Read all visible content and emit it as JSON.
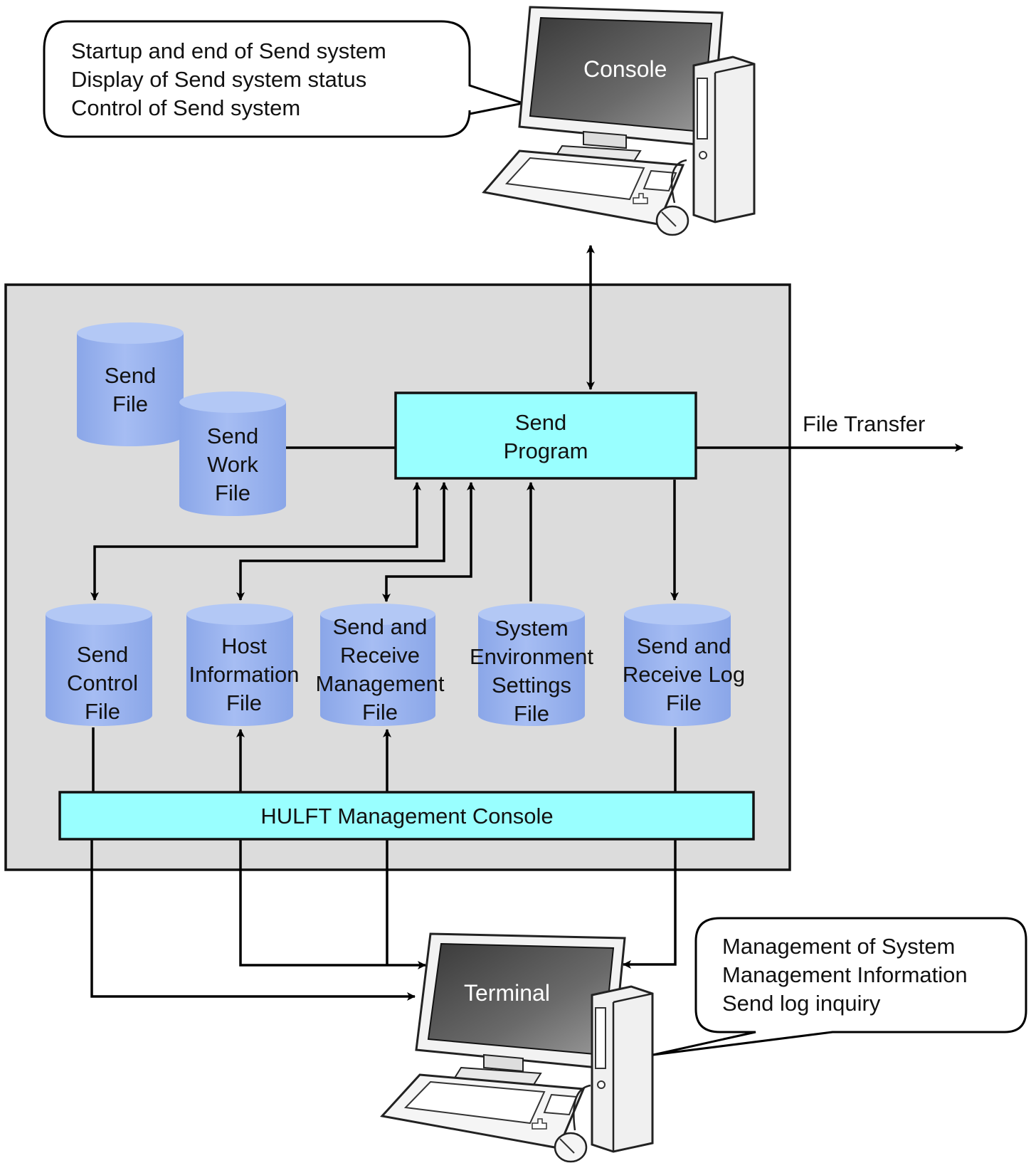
{
  "console": {
    "label": "Console",
    "callout_lines": [
      "Startup and end of Send system",
      "Display of Send system status",
      "Control of Send system"
    ]
  },
  "terminal": {
    "label": "Terminal",
    "callout_lines": [
      "Management of System",
      "Management Information",
      "Send log inquiry"
    ]
  },
  "send_program": {
    "lines": [
      "Send",
      "Program"
    ]
  },
  "management_console": {
    "label": "HULFT Management Console"
  },
  "file_transfer": {
    "label": "File Transfer"
  },
  "files": {
    "send_file": [
      "Send",
      "File"
    ],
    "send_work_file": [
      "Send",
      "Work",
      "File"
    ],
    "send_control_file": [
      "Send",
      "Control",
      "File"
    ],
    "host_information_file": [
      "Host",
      "Information",
      "File"
    ],
    "send_receive_management_file": [
      "Send and",
      "Receive",
      "Management",
      "File"
    ],
    "system_environment_settings_file": [
      "System",
      "Environment",
      "Settings",
      "File"
    ],
    "send_receive_log_file": [
      "Send and",
      "Receive Log",
      "File"
    ]
  },
  "colors": {
    "system_box": "#dcdcdc",
    "program_box": "#99ffff",
    "cylinder": "#99b3ee",
    "cylinder_top": "#b3c8f5"
  }
}
